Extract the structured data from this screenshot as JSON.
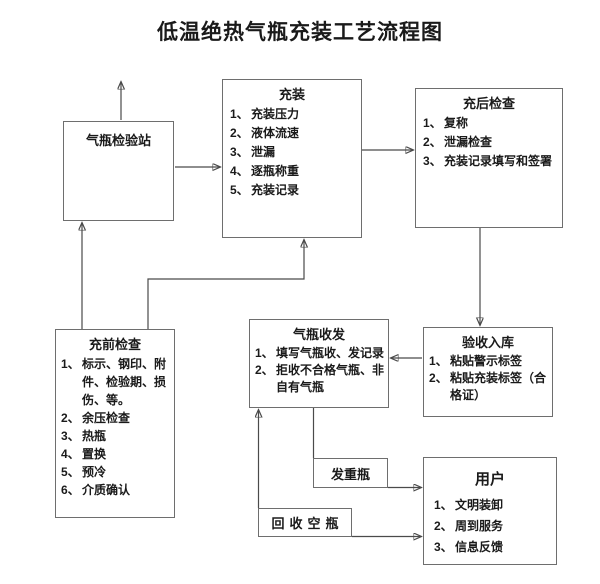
{
  "title": "低温绝热气瓶充装工艺流程图",
  "colors": {
    "line": "#4a4a4a",
    "box_border": "#6e6e6e",
    "text": "#1a1a1a",
    "background": "#ffffff"
  },
  "boxes": {
    "inspection_station": {
      "title": "气瓶检验站",
      "items": []
    },
    "filling": {
      "title": "充装",
      "items": [
        {
          "num": "1、",
          "text": "充装压力"
        },
        {
          "num": "2、",
          "text": "液体流速"
        },
        {
          "num": "3、",
          "text": "泄漏"
        },
        {
          "num": "4、",
          "text": "逐瓶称重"
        },
        {
          "num": "5、",
          "text": "充装记录"
        }
      ]
    },
    "post_check": {
      "title": "充后检查",
      "items": [
        {
          "num": "1、",
          "text": "复称"
        },
        {
          "num": "2、",
          "text": "泄漏检查"
        },
        {
          "num": "3、",
          "text": "充装记录填写和签署"
        }
      ]
    },
    "pre_check": {
      "title": "充前检查",
      "items": [
        {
          "num": "1、",
          "text": "标示、钢印、附件、检验期、损伤、等。"
        },
        {
          "num": "2、",
          "text": "余压检查"
        },
        {
          "num": "3、",
          "text": "热瓶"
        },
        {
          "num": "4、",
          "text": "置换"
        },
        {
          "num": "5、",
          "text": "预冷"
        },
        {
          "num": "6、",
          "text": "介质确认"
        }
      ]
    },
    "receipt_dispatch": {
      "title": "气瓶收发",
      "items": [
        {
          "num": "1、",
          "text": "填写气瓶收、发记录"
        },
        {
          "num": "2、",
          "text": "拒收不合格气瓶、非自有气瓶"
        }
      ]
    },
    "acceptance": {
      "title": "验收入库",
      "items": [
        {
          "num": "1、",
          "text": "粘贴警示标签"
        },
        {
          "num": "2、",
          "text": "粘贴充装标签（合格证）"
        }
      ]
    },
    "user": {
      "title": "用户",
      "items": [
        {
          "num": "1、",
          "text": "文明装卸"
        },
        {
          "num": "2、",
          "text": "周到服务"
        },
        {
          "num": "3、",
          "text": "信息反馈"
        }
      ]
    }
  },
  "labels": {
    "dispatch_full": "发重瓶",
    "recycle_empty": "回收空瓶"
  },
  "flow": {
    "connections": [
      {
        "from": "inspection_station",
        "to": "top_exit"
      },
      {
        "from": "inspection_station",
        "to": "filling"
      },
      {
        "from": "pre_check",
        "to": "inspection_station"
      },
      {
        "from": "pre_check",
        "to": "filling"
      },
      {
        "from": "filling",
        "to": "post_check"
      },
      {
        "from": "post_check",
        "to": "acceptance"
      },
      {
        "from": "acceptance",
        "to": "receipt_dispatch"
      },
      {
        "from": "receipt_dispatch",
        "to": "user",
        "via": "发重瓶"
      },
      {
        "from": "user",
        "to": "receipt_dispatch",
        "via": "回收空瓶",
        "note": "箭头指向气瓶收发和用户两端"
      }
    ]
  }
}
